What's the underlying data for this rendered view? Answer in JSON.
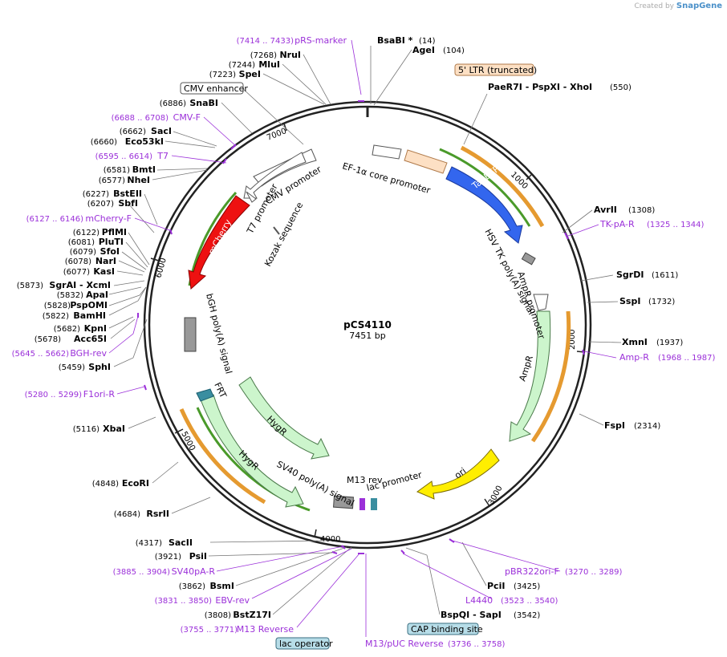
{
  "credit": {
    "prefix": "Created by",
    "brand": "SnapGene"
  },
  "plasmid": {
    "name": "pCS4110",
    "length": "7451 bp"
  },
  "ticks": [
    "1000",
    "2000",
    "3000",
    "4000",
    "5000",
    "6000",
    "7000"
  ],
  "sites": {
    "bsabi": {
      "name": "BsaBI *",
      "pos": "(14)"
    },
    "agei": {
      "name": "AgeI",
      "pos": "(104)"
    },
    "paer7i": {
      "name": "PaeR7I  - PspXI  - XhoI",
      "pos": "(550)"
    },
    "avrii": {
      "name": "AvrII",
      "pos": "(1308)"
    },
    "sgrdi": {
      "name": "SgrDI",
      "pos": "(1611)"
    },
    "sspi": {
      "name": "SspI",
      "pos": "(1732)"
    },
    "xmni": {
      "name": "XmnI",
      "pos": "(1937)"
    },
    "fspi": {
      "name": "FspI",
      "pos": "(2314)"
    },
    "pcii": {
      "name": "PciI",
      "pos": "(3425)"
    },
    "bspqi": {
      "name": "BspQI  - SapI",
      "pos": "(3542)"
    },
    "bstz17i": {
      "name": "BstZ17I",
      "pos": "(3808)"
    },
    "bsmi": {
      "name": "BsmI",
      "pos": "(3862)"
    },
    "psii": {
      "name": "PsiI",
      "pos": "(3921)"
    },
    "sacii": {
      "name": "SacII",
      "pos": "(4317)"
    },
    "rsrii": {
      "name": "RsrII",
      "pos": "(4684)"
    },
    "ecori": {
      "name": "EcoRI",
      "pos": "(4848)"
    },
    "xbai": {
      "name": "XbaI",
      "pos": "(5116)"
    },
    "sphi": {
      "name": "SphI",
      "pos": "(5459)"
    },
    "acc65i": {
      "name": "Acc65I",
      "pos": "(5678)"
    },
    "kpni": {
      "name": "KpnI",
      "pos": "(5682)"
    },
    "bamhi": {
      "name": "BamHI",
      "pos": "(5822)"
    },
    "pspomi": {
      "name": "PspOMI",
      "pos": "(5828)"
    },
    "apai": {
      "name": "ApaI",
      "pos": "(5832)"
    },
    "sgrai": {
      "name": "SgrAI  - XcmI",
      "pos": "(5873)"
    },
    "kasi": {
      "name": "KasI",
      "pos": "(6077)"
    },
    "nari": {
      "name": "NarI",
      "pos": "(6078)"
    },
    "sfoi": {
      "name": "SfoI",
      "pos": "(6079)"
    },
    "pluti": {
      "name": "PluTI",
      "pos": "(6081)"
    },
    "pflmi": {
      "name": "PflMI",
      "pos": "(6122)"
    },
    "sbfi": {
      "name": "SbfI",
      "pos": "(6207)"
    },
    "bsteii": {
      "name": "BstEII",
      "pos": "(6227)"
    },
    "nhei": {
      "name": "NheI",
      "pos": "(6577)"
    },
    "bmti": {
      "name": "BmtI",
      "pos": "(6581)"
    },
    "eco53ki": {
      "name": "Eco53kI",
      "pos": "(6660)"
    },
    "saci": {
      "name": "SacI",
      "pos": "(6662)"
    },
    "snabi": {
      "name": "SnaBI",
      "pos": "(6886)"
    },
    "spei": {
      "name": "SpeI",
      "pos": "(7223)"
    },
    "mlui": {
      "name": "MluI",
      "pos": "(7244)"
    },
    "nrui": {
      "name": "NruI",
      "pos": "(7268)"
    }
  },
  "primers": {
    "prs": {
      "name": "pRS-marker",
      "pos": "(7414 .. 7433)"
    },
    "cmvf": {
      "name": "CMV-F",
      "pos": "(6688 .. 6708)"
    },
    "t7": {
      "name": "T7",
      "pos": "(6595 .. 6614)"
    },
    "mcherryf": {
      "name": "mCherry-F",
      "pos": "(6127 .. 6146)"
    },
    "bghrev": {
      "name": "BGH-rev",
      "pos": "(5645 .. 5662)"
    },
    "f1ori": {
      "name": "F1ori-R",
      "pos": "(5280 .. 5299)"
    },
    "tkpa": {
      "name": "TK-pA-R",
      "pos": "(1325 .. 1344)"
    },
    "ampr": {
      "name": "Amp-R",
      "pos": "(1968 .. 1987)"
    },
    "pbr": {
      "name": "pBR322ori-F",
      "pos": "(3270 .. 3289)"
    },
    "l4440": {
      "name": "L4440",
      "pos": "(3523 .. 3540)"
    },
    "sv40pa": {
      "name": "SV40pA-R",
      "pos": "(3885 .. 3904)"
    },
    "ebv": {
      "name": "EBV-rev",
      "pos": "(3831 .. 3850)"
    },
    "m13r": {
      "name": "M13 Reverse",
      "pos": "(3755 .. 3771)"
    },
    "m13puc": {
      "name": "M13/pUC Reverse",
      "pos": "(3736 .. 3758)"
    }
  },
  "boxes": {
    "ltr": "5' LTR (truncated)",
    "cmvenh": "CMV enhancer",
    "cap": "CAP binding site",
    "lacop": "lac operator"
  },
  "features": {
    "ef1a": "EF-1α core promoter",
    "tagbfp": "TagBFP",
    "hsvtk": "HSV TK poly(A) signal",
    "amprprom": "AmpR promoter",
    "ampr": "AmpR",
    "ori": "ori",
    "lacprom": "lac promoter",
    "m13rev": "M13 rev",
    "sv40": "SV40 poly(A) signal",
    "hygr1": "HygR",
    "hygr2": "HygR",
    "frt": "FRT",
    "bgh": "bGH poly(A) signal",
    "mcherry": "mCherry",
    "cmvprom": "CMV promoter",
    "t7prom": "T7 promoter",
    "kozak": "Kozak sequence"
  },
  "colors": {
    "ring": "#222222",
    "enzyme": "#000000",
    "primer": "#9b30d9",
    "tagbfp": "#3366ee",
    "mcherry": "#ee1111",
    "ampr": "#ccf5cc",
    "ori": "#ffee00",
    "ltr": "#fde0c4",
    "cds_outline_orange": "#e59a30",
    "cds_outline_green": "#4a9a2a",
    "polya": "#999999",
    "teal": "#3a8ea0",
    "lacop": "#b7dde8"
  }
}
